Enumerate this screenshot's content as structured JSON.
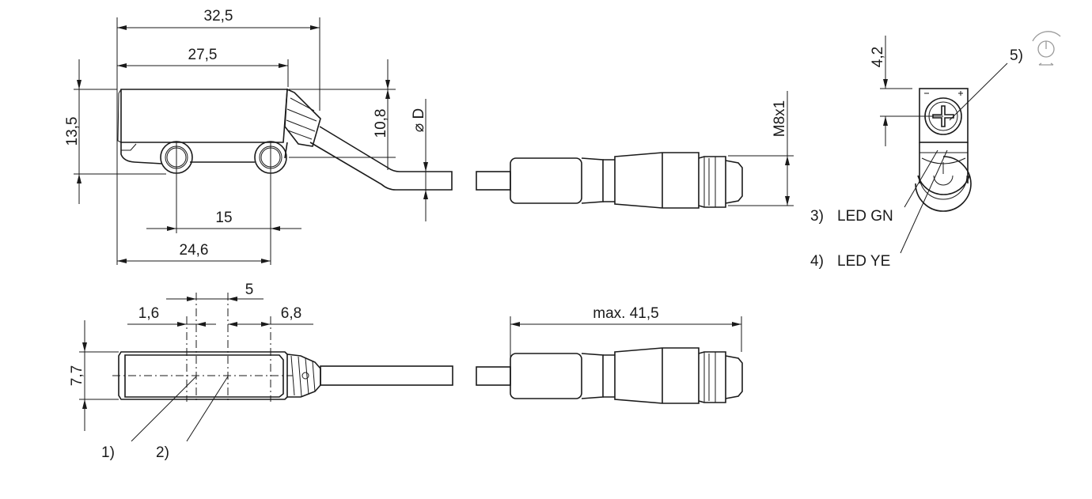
{
  "dimensions": {
    "overall_length": "32,5",
    "body_length": "27,5",
    "height": "13,5",
    "cable_offset": "10,8",
    "cable_diameter": "⌀ D",
    "hole_spacing": "15",
    "hole_distance": "24,6",
    "offset_1": "1,6",
    "offset_5": "5",
    "offset_6_8": "6,8",
    "width": "7,7",
    "thread": "M8x1",
    "connector_length": "max. 41,5",
    "pot_offset": "4,2"
  },
  "callouts": {
    "c1": "1)",
    "c2": "2)",
    "c3_num": "3)",
    "c3_text": "LED GN",
    "c4_num": "4)",
    "c4_text": "LED YE",
    "c5": "5)"
  },
  "icons": {
    "potentiometer": "potentiometer-icon"
  },
  "colors": {
    "line": "#1a1a1a",
    "icon": "#9a9a9a"
  }
}
